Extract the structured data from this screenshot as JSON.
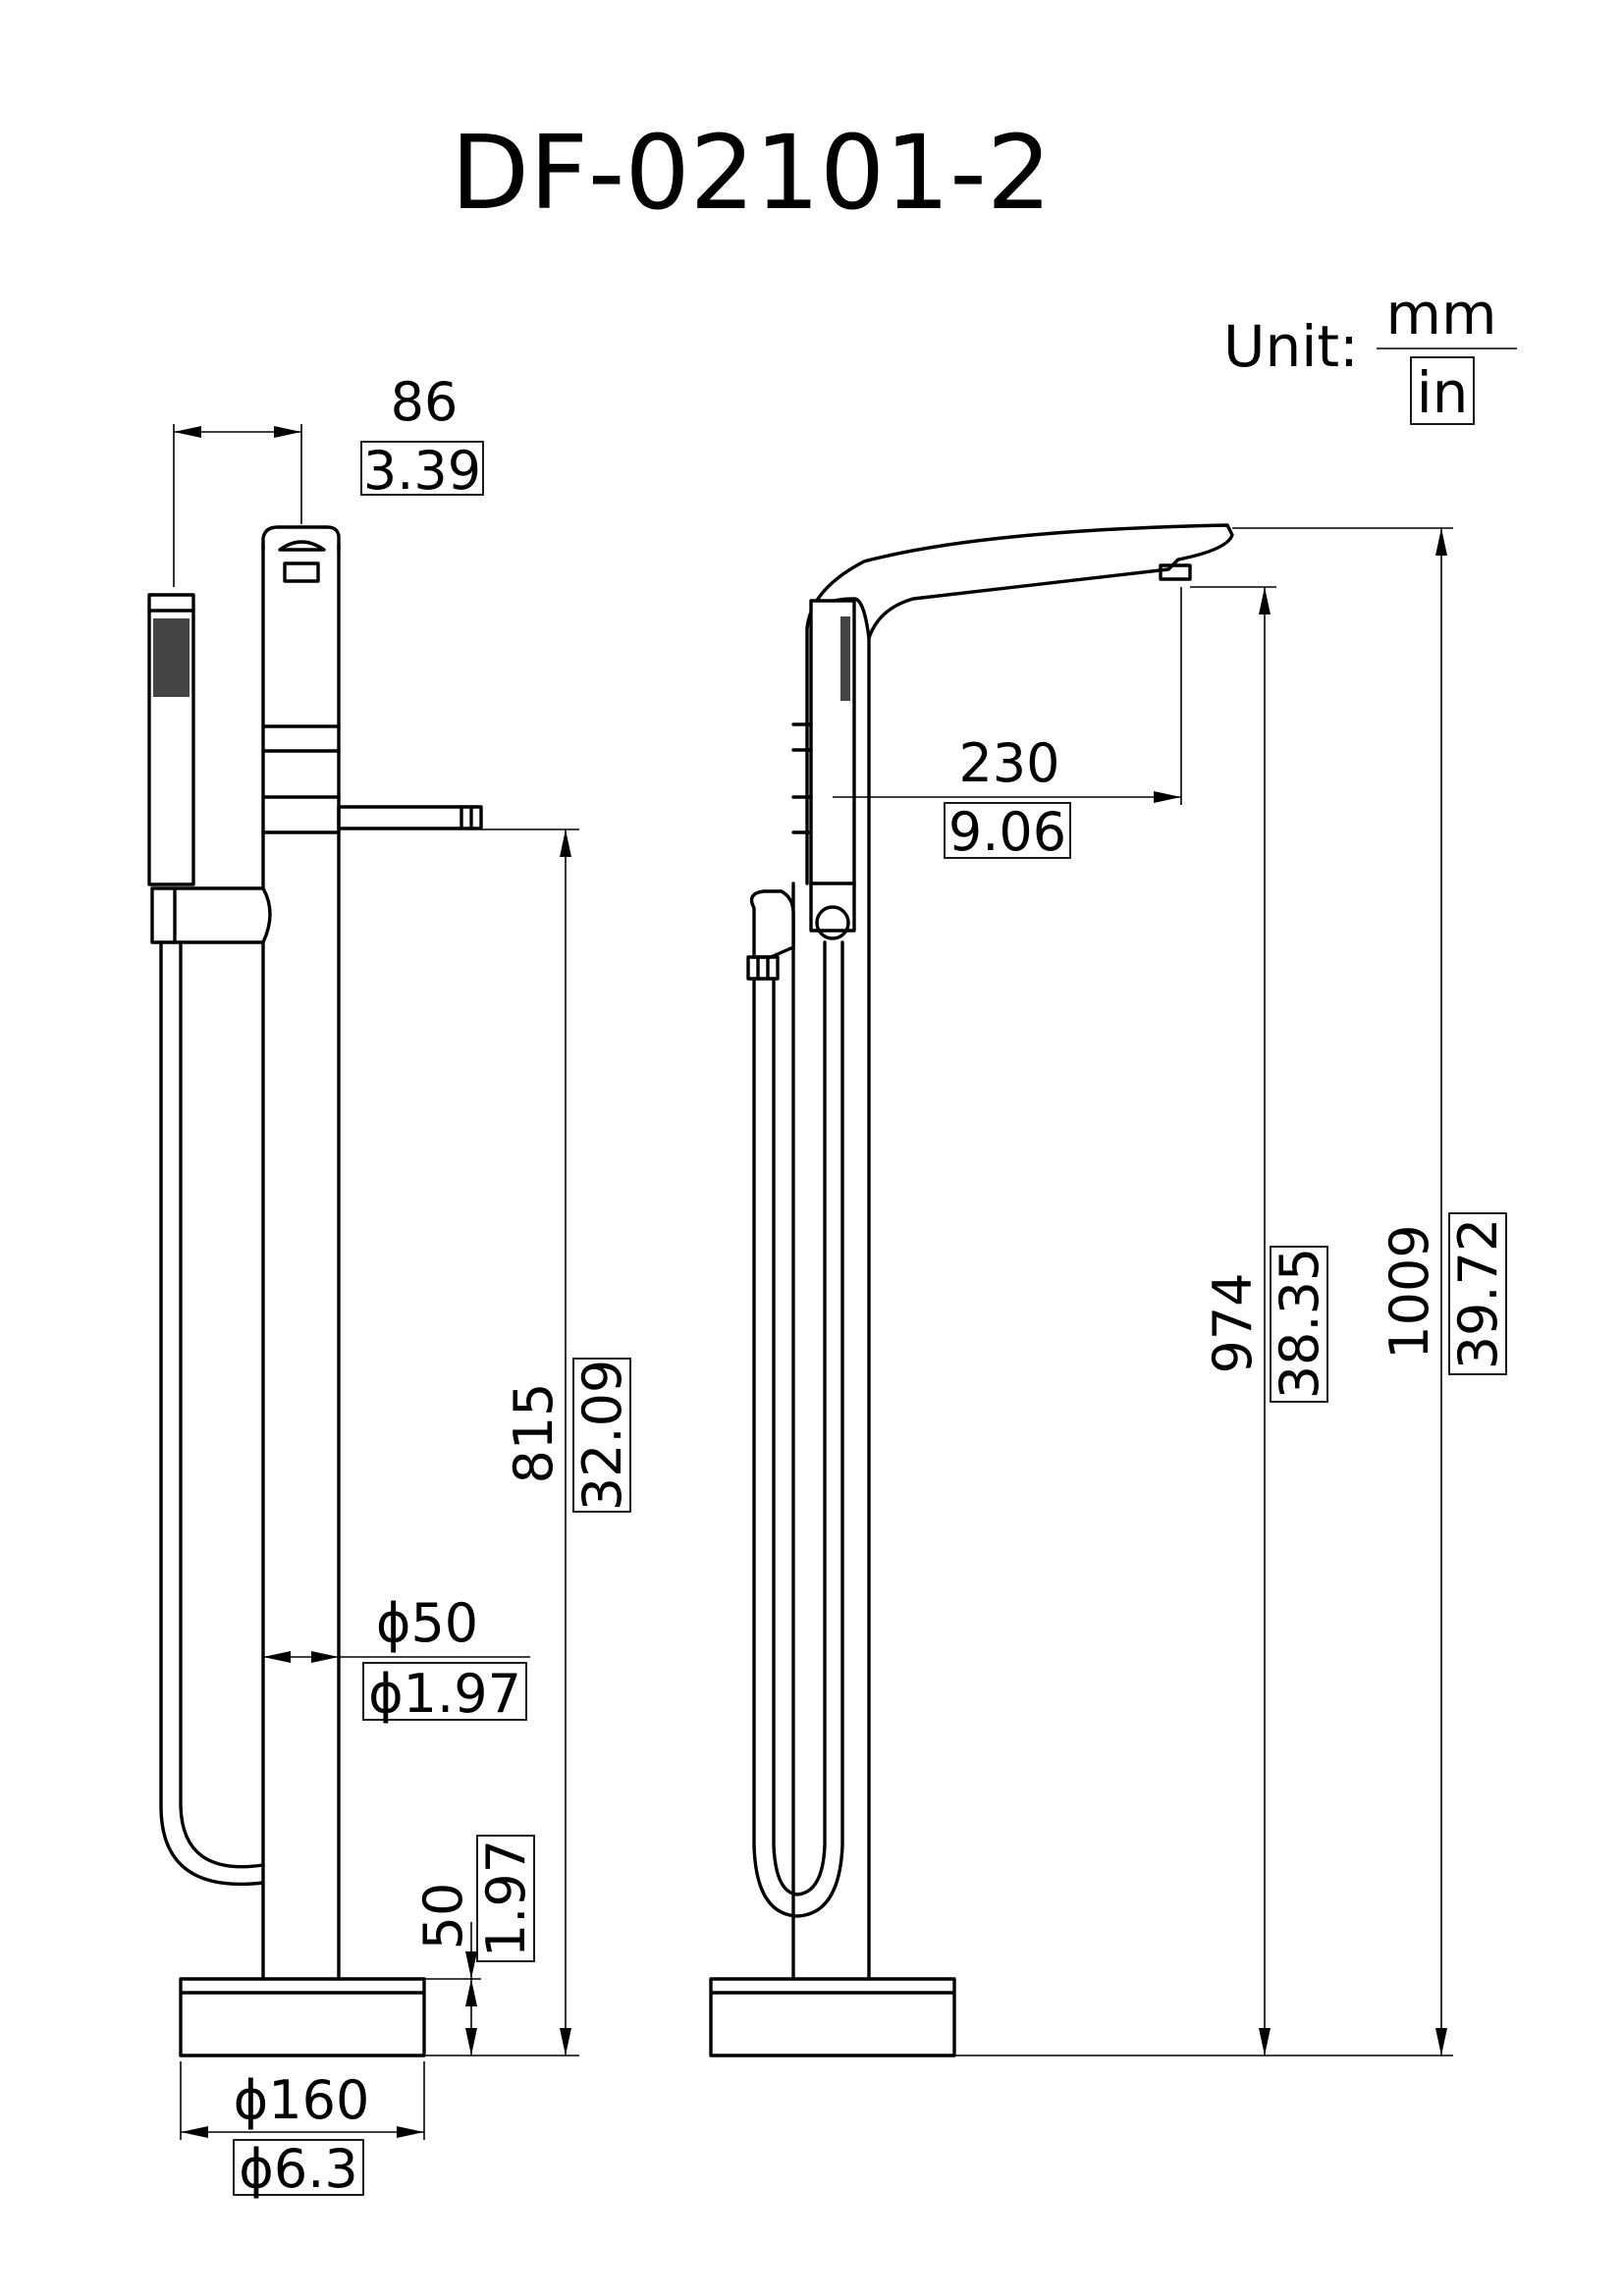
{
  "title": "DF-02101-2",
  "unit": {
    "label": "Unit:",
    "primary": "mm",
    "secondary": "in"
  },
  "front_view": {
    "handshower_offset": {
      "mm": "86",
      "in": "3.39"
    },
    "spout_height": {
      "mm": "815",
      "in": "32.09"
    },
    "column_diameter": {
      "mm": "ϕ50",
      "in": "ϕ1.97"
    },
    "base_height": {
      "mm": "50",
      "in": "1.97"
    },
    "base_diameter": {
      "mm": "ϕ160",
      "in": "ϕ6.3"
    }
  },
  "side_view": {
    "spout_reach": {
      "mm": "230",
      "in": "9.06"
    },
    "outlet_height": {
      "mm": "974",
      "in": "38.35"
    },
    "overall_height": {
      "mm": "1009",
      "in": "39.72"
    }
  }
}
